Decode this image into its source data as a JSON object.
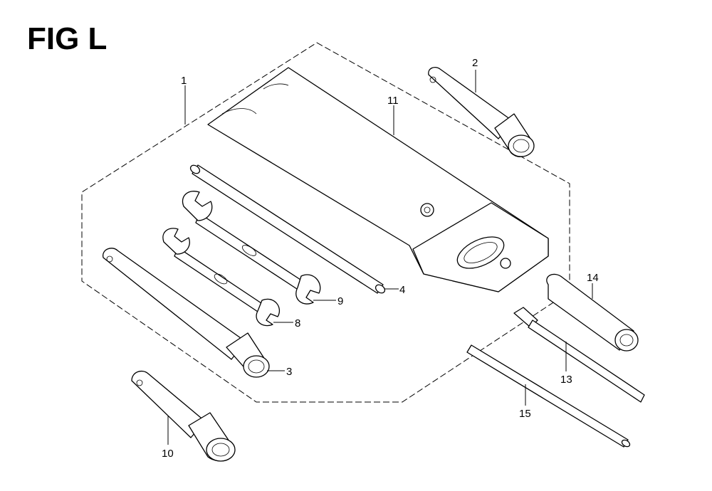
{
  "figure": {
    "title": "FIG L"
  },
  "callouts": [
    {
      "id": "1",
      "label": "1"
    },
    {
      "id": "2",
      "label": "2"
    },
    {
      "id": "3",
      "label": "3"
    },
    {
      "id": "4",
      "label": "4"
    },
    {
      "id": "8",
      "label": "8"
    },
    {
      "id": "9",
      "label": "9"
    },
    {
      "id": "10",
      "label": "10"
    },
    {
      "id": "11",
      "label": "11"
    },
    {
      "id": "13",
      "label": "13"
    },
    {
      "id": "14",
      "label": "14"
    },
    {
      "id": "15",
      "label": "15"
    }
  ],
  "parts": [
    {
      "ref": "1",
      "icon": "tool-kit-group-outline"
    },
    {
      "ref": "2",
      "icon": "socket-wrench-icon"
    },
    {
      "ref": "3",
      "icon": "box-wrench-long-icon"
    },
    {
      "ref": "4",
      "icon": "handle-bar-icon"
    },
    {
      "ref": "8",
      "icon": "open-end-wrench-small-icon"
    },
    {
      "ref": "9",
      "icon": "open-end-wrench-large-icon"
    },
    {
      "ref": "10",
      "icon": "box-wrench-short-icon"
    },
    {
      "ref": "11",
      "icon": "tool-bag-icon"
    },
    {
      "ref": "13",
      "icon": "screwdriver-icon"
    },
    {
      "ref": "14",
      "icon": "screwdriver-grip-icon"
    },
    {
      "ref": "15",
      "icon": "pin-rod-icon"
    }
  ]
}
